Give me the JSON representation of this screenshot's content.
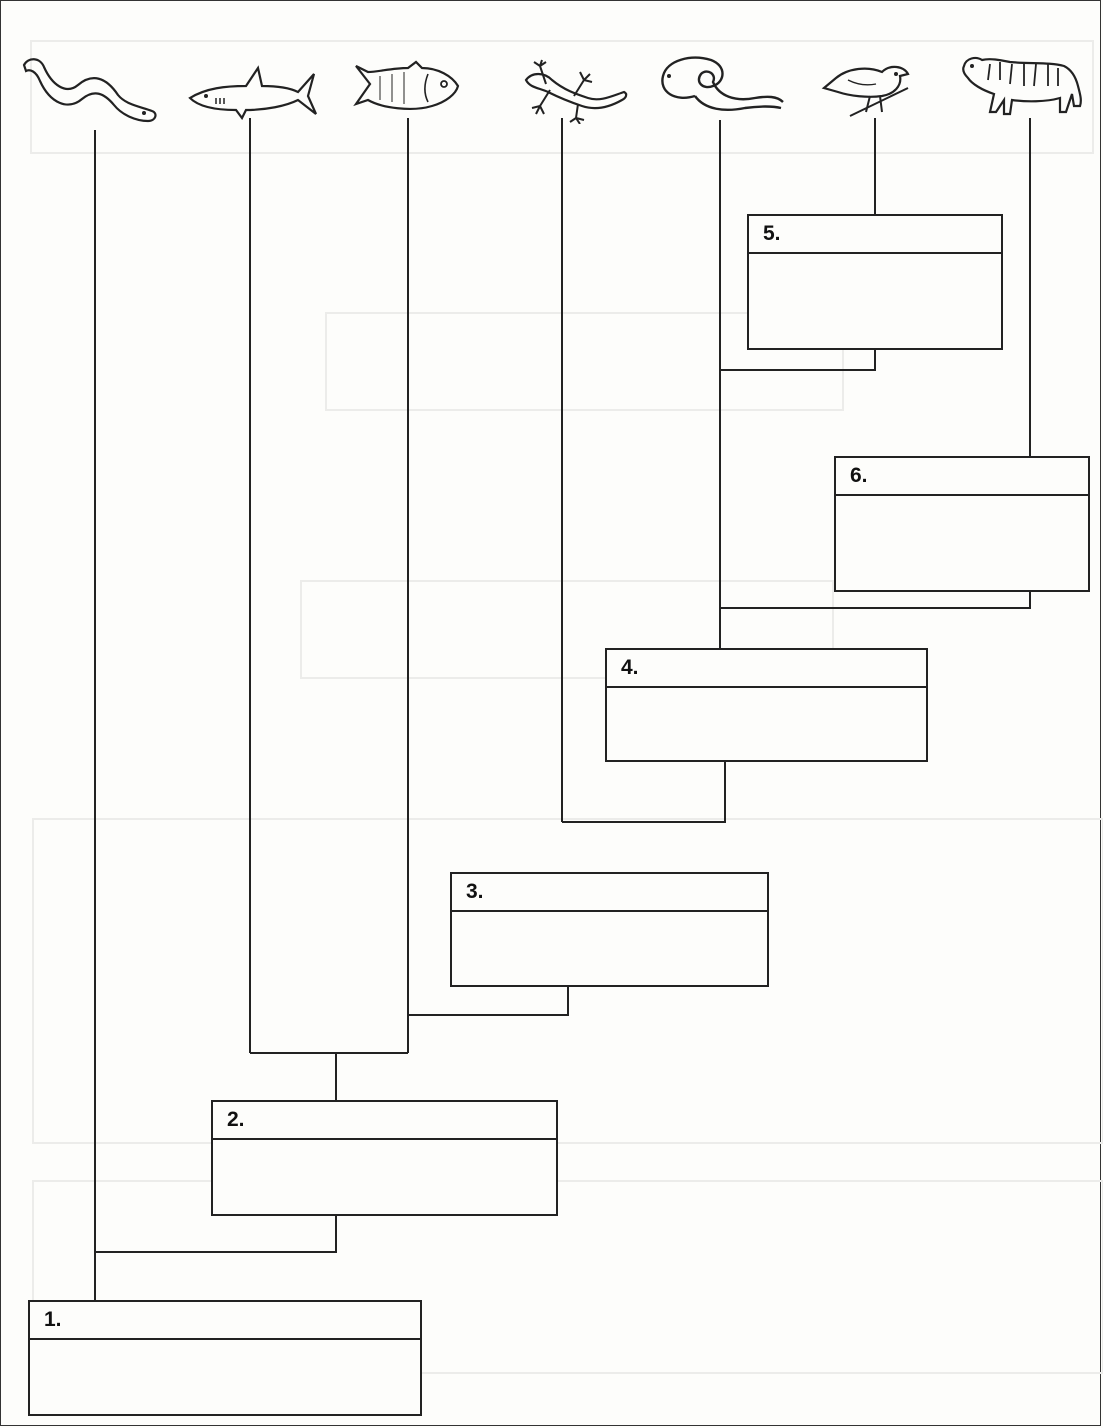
{
  "boxes": [
    {
      "label": "1."
    },
    {
      "label": "2."
    },
    {
      "label": "3."
    },
    {
      "label": "4."
    },
    {
      "label": "5."
    },
    {
      "label": "6."
    }
  ],
  "animals": [
    "lamprey-icon",
    "shark-icon",
    "fish-icon",
    "lizard-icon",
    "snake-icon",
    "bird-icon",
    "tiger-icon"
  ]
}
